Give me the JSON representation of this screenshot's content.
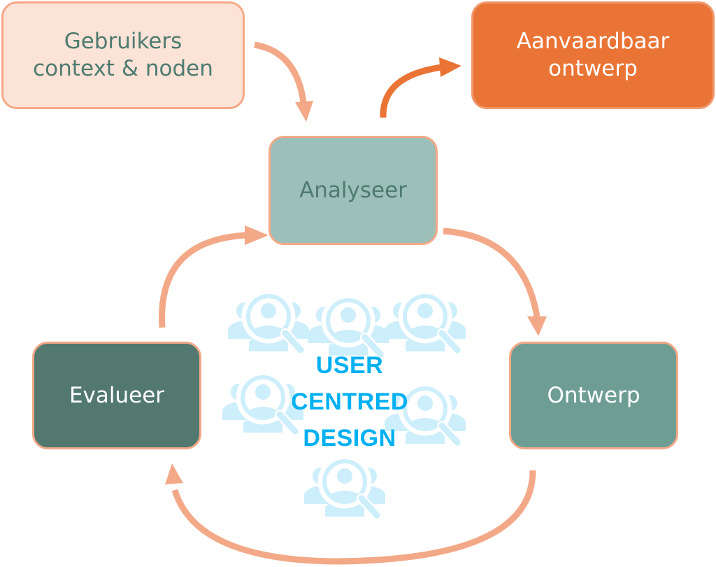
{
  "diagram": {
    "title_center": [
      "USER",
      "CENTRED",
      "DESIGN"
    ],
    "nodes": {
      "users_context": {
        "lines": [
          "Gebruikers",
          "context & noden"
        ]
      },
      "acceptable_design": {
        "lines": [
          "Aanvaardbaar",
          "ontwerp"
        ]
      },
      "analyse": {
        "lines": [
          "Analyseer"
        ]
      },
      "design": {
        "lines": [
          "Ontwerp"
        ]
      },
      "evaluate": {
        "lines": [
          "Evalueer"
        ]
      }
    },
    "edges": [
      {
        "from": "users_context",
        "to": "analyse"
      },
      {
        "from": "analyse",
        "to": "acceptable_design"
      },
      {
        "from": "analyse",
        "to": "design"
      },
      {
        "from": "design",
        "to": "evaluate"
      },
      {
        "from": "evaluate",
        "to": "analyse"
      }
    ],
    "decorative_icons": {
      "name": "user-search-icon",
      "count": 6
    },
    "colors": {
      "arrow": "#F3A987",
      "arrow_accent": "#E97435",
      "box_border": "#F3A987",
      "users_context_fill": "#FCE3D7",
      "acceptable_fill": "#E97435",
      "analyse_fill": "#9DBFB9",
      "design_fill": "#6E9D94",
      "evaluate_fill": "#52786F",
      "title_text": "#00B0F0",
      "icon": "#CDEEFB"
    }
  }
}
